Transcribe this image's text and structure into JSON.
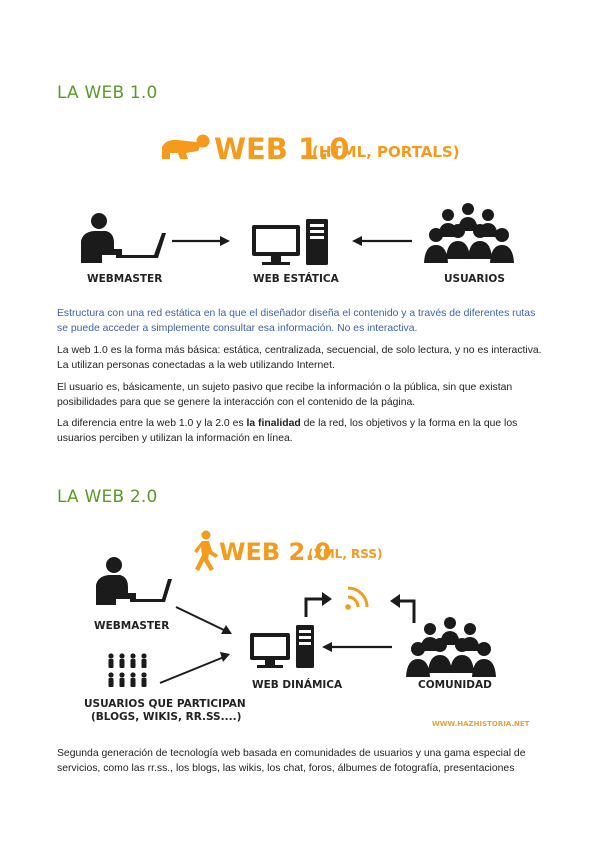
{
  "section1": {
    "heading": "LA WEB 1.0",
    "diagram": {
      "title": "WEB 1.0",
      "subtitle": "(HTML, PORTALS)",
      "labels": {
        "left": "WEBMASTER",
        "center": "WEB ESTÁTICA",
        "right": "USUARIOS"
      }
    },
    "intro": "Estructura con una red estática en la que el diseñador diseña el contenido y a través de diferentes rutas se puede acceder a simplemente consultar esa información. No es interactiva.",
    "p1": "La web 1.0 es la forma más básica: estática, centralizada, secuencial, de solo lectura, y no es interactiva. La utilizan personas conectadas a la web utilizando Internet.",
    "p2": "El usuario es, básicamente, un sujeto pasivo que recibe la información o la pública, sin que existan posibilidades para que se genere la interacción con el contenido de la página.",
    "p3": {
      "before": "La diferencia entre la web 1.0 y la 2.0 es ",
      "bold": "la finalidad",
      "after": " de la red, los objetivos y la forma en la que los usuarios perciben y utilizan la información en línea."
    }
  },
  "section2": {
    "heading": "LA WEB 2.0",
    "diagram": {
      "title": "WEB 2.0",
      "subtitle": "(XML, RSS)",
      "labels": {
        "webmaster": "WEBMASTER",
        "users_line1": "USUARIOS QUE PARTICIPAN",
        "users_line2": "(BLOGS, WIKIS, RR.SS....)",
        "center": "WEB DINÁMICA",
        "right": "COMUNIDAD"
      },
      "watermark": "WWW.HAZHISTORIA.NET"
    },
    "p1": "Segunda generación de tecnología web basada en comunidades de usuarios y una gama especial de servicios, como las rr.ss., los blogs, las wikis, los chat, foros, álbumes de fotografía, presentaciones"
  },
  "colors": {
    "heading": "#5a9a28",
    "intro": "#3b63a8",
    "accent": "#f49a1c"
  }
}
